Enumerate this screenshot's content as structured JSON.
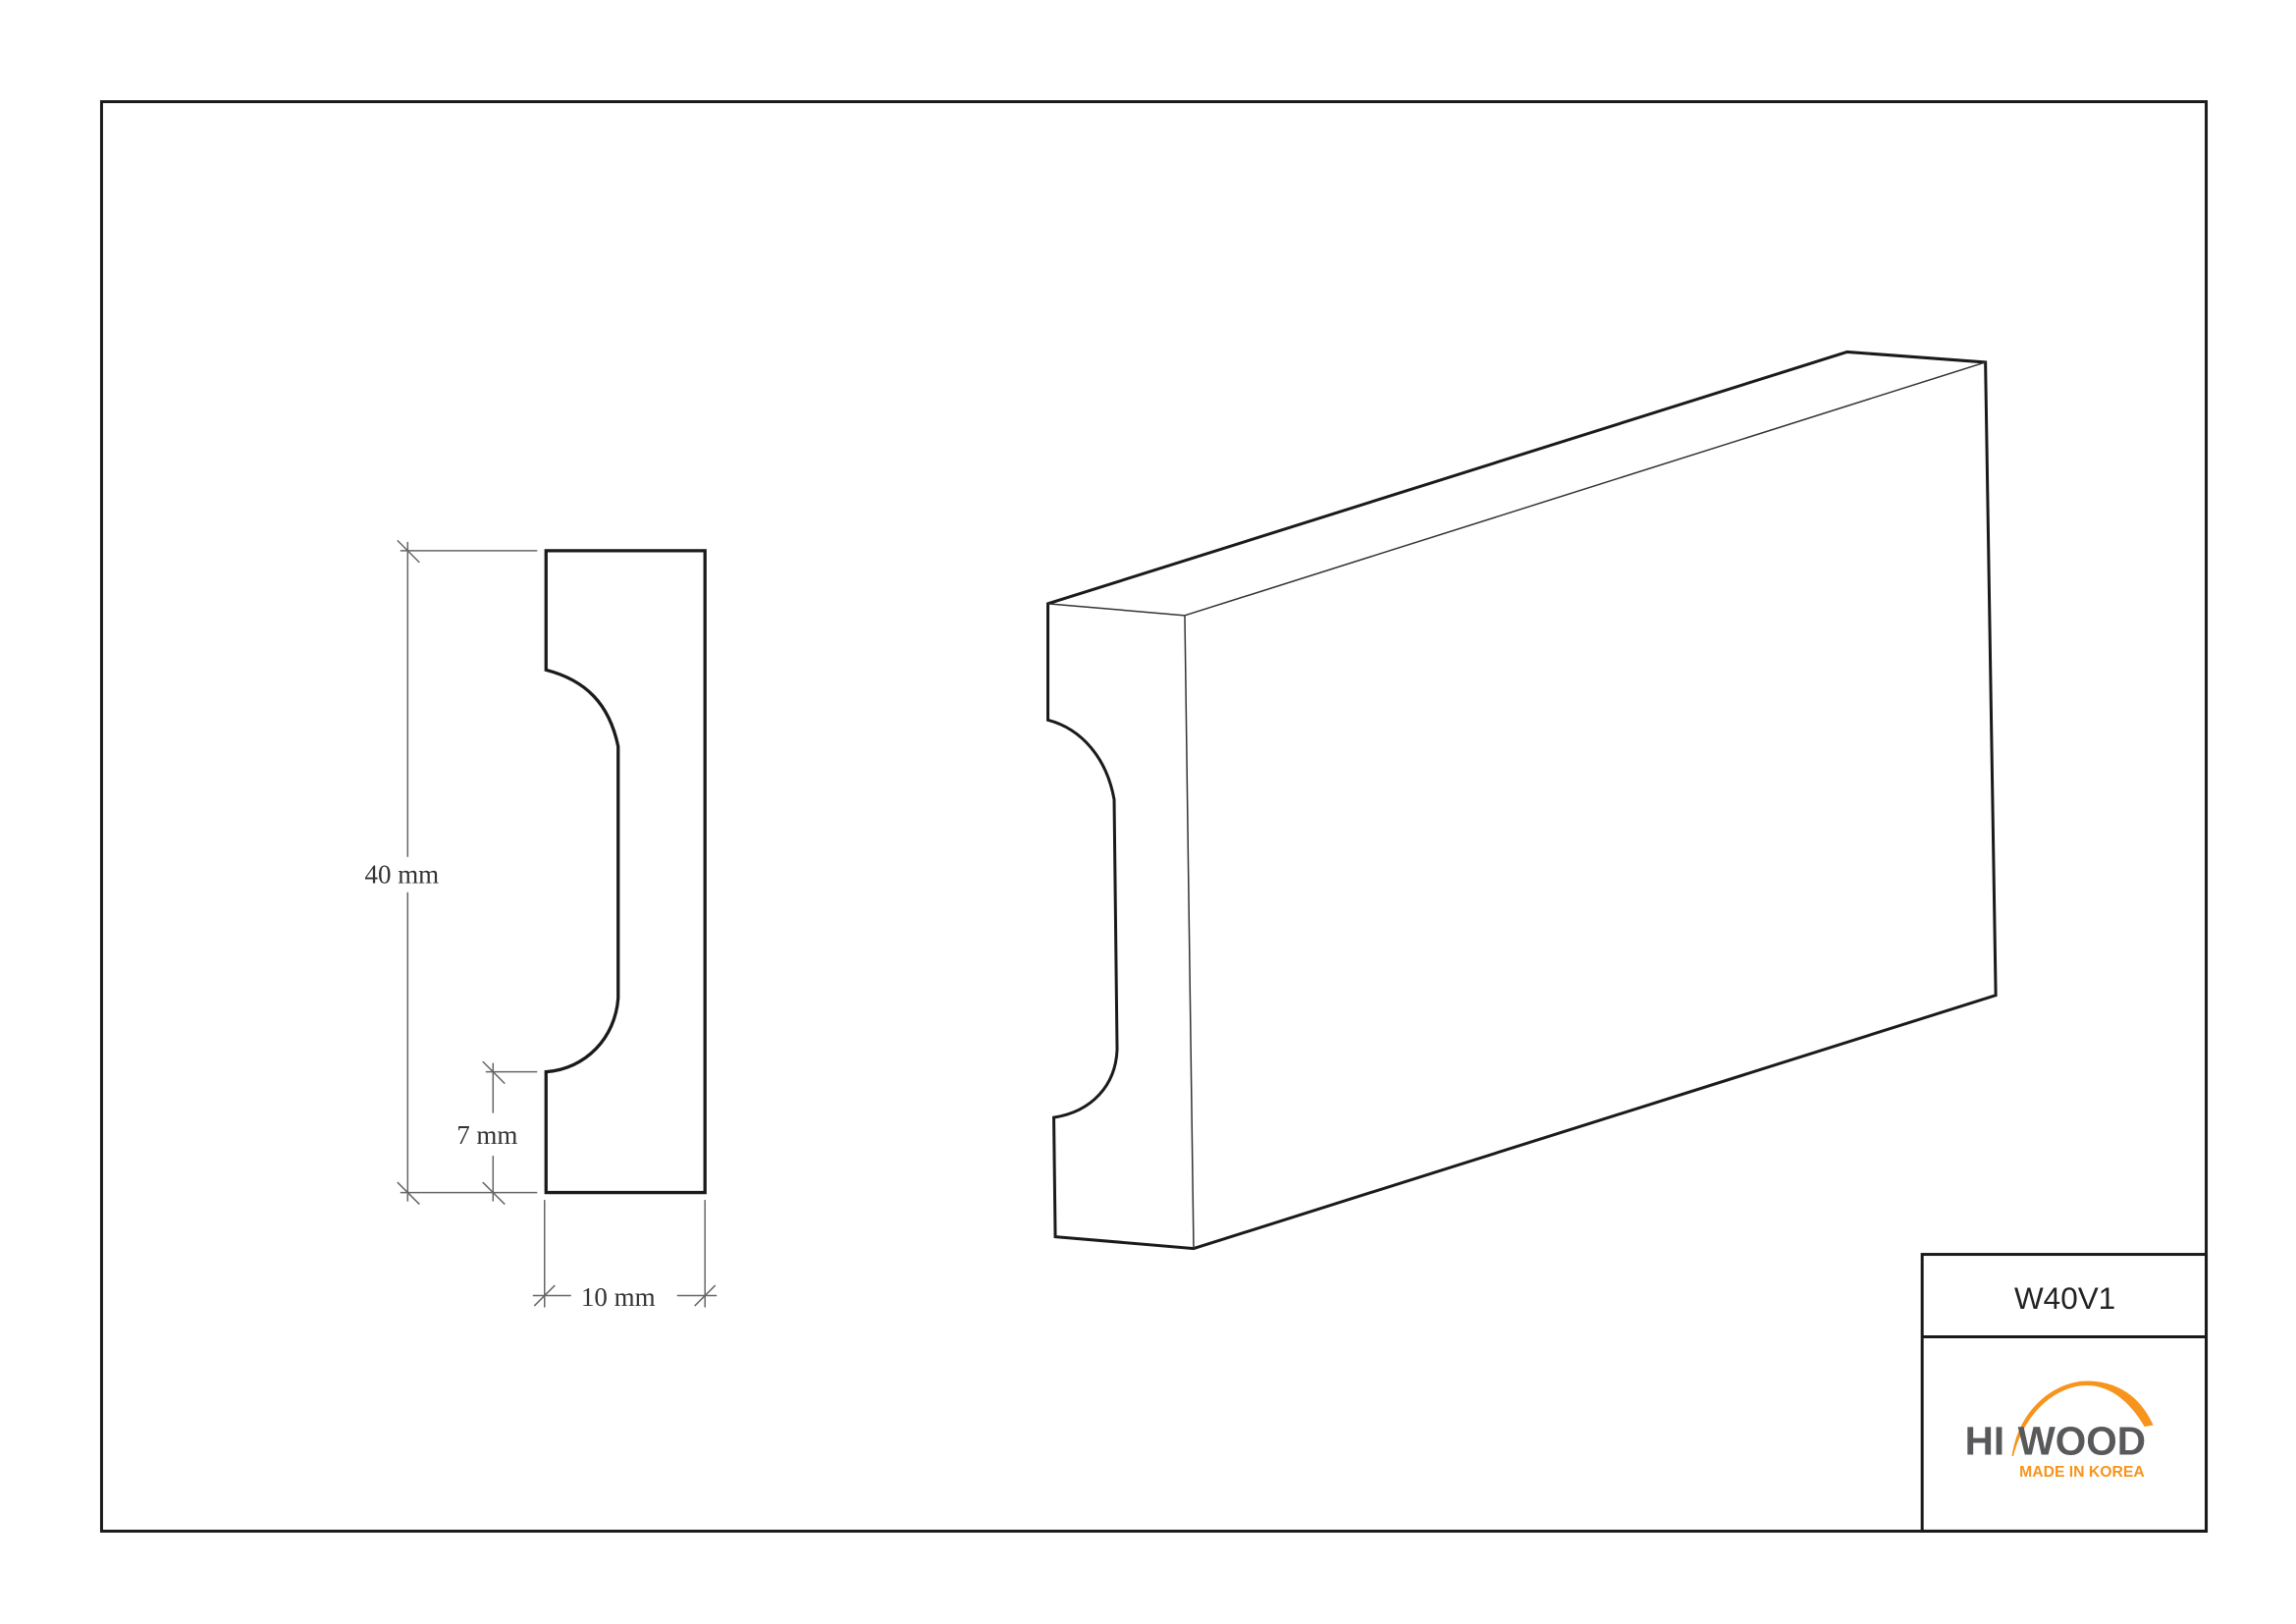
{
  "dimensions": {
    "height": "40 mm",
    "bottom_offset": "7 mm",
    "width": "10 mm"
  },
  "title_block": {
    "model_code": "W40V1",
    "logo": {
      "brand_left": "HI",
      "brand_right": "WOOD",
      "tagline": "MADE IN KOREA"
    }
  },
  "colors": {
    "line": "#1a1a1a",
    "dimension": "#555555",
    "logo_gray": "#58595b",
    "logo_orange": "#f7941d"
  }
}
